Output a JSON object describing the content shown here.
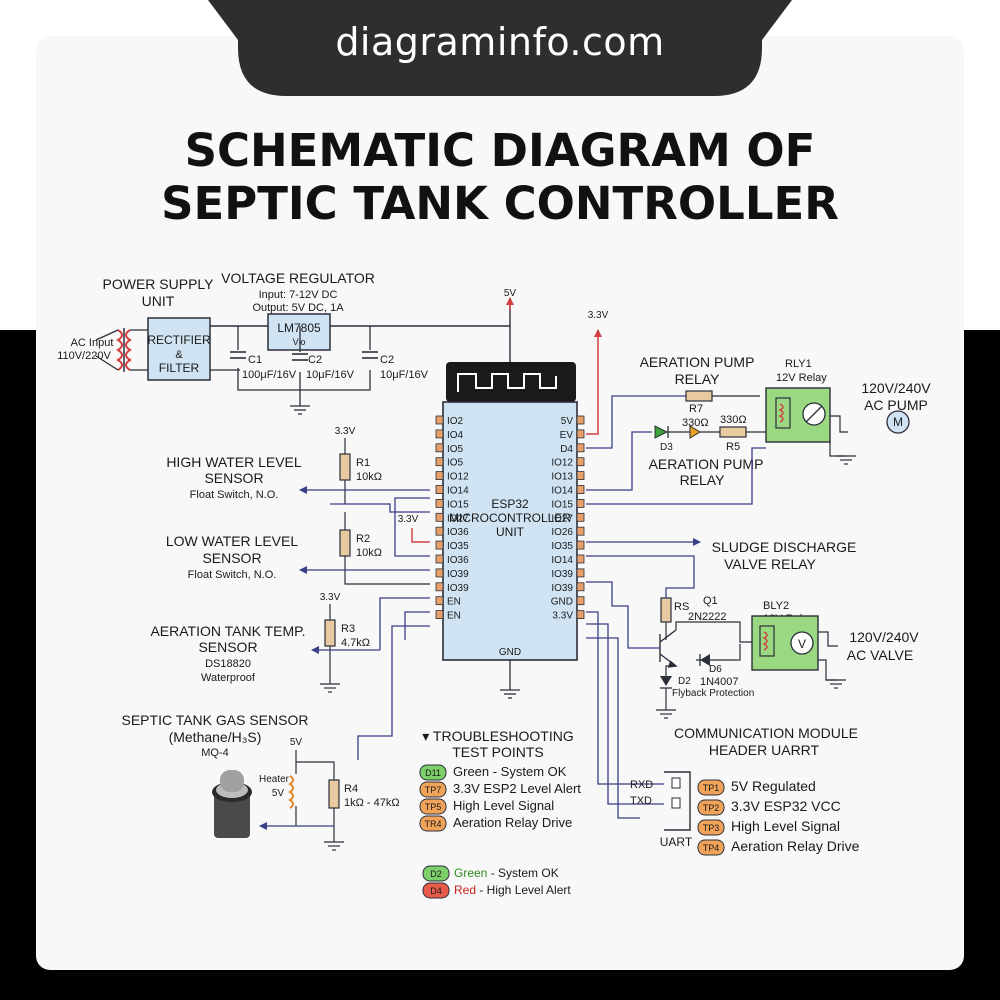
{
  "site": "diagraminfo.com",
  "title_line1": "SCHEMATIC DIAGRAM OF",
  "title_line2": "SEPTIC TANK CONTROLLER",
  "power": {
    "heading1": "POWER SUPPLY",
    "heading2": "UNIT",
    "ac_input1": "AC Input",
    "ac_input2": "110V/220V",
    "rectifier1": "RECTIFIER",
    "rectifier2": "&",
    "rectifier3": "FILTER"
  },
  "regulator": {
    "heading": "VOLTAGE REGULATOR",
    "input": "Input: 7-12V DC",
    "output": "Output: 5V DC, 1A",
    "chip": "LM7805",
    "pin": "Vю",
    "c1_name": "C1",
    "c1_value": "100μF/16V",
    "c2a_name": "C2",
    "c2a_value": "10μF/16V",
    "c2b_name": "C2",
    "c2b_value": "10μF/16V"
  },
  "rails": {
    "v5": "5V",
    "v33": "3.3V",
    "v33_r1": "3.3V",
    "v33_mid": "3.3V",
    "v33_r3": "3.3V",
    "v5_gas": "5V"
  },
  "mcu": {
    "label1": "ESP32",
    "label2": "MICROCONTROLLER",
    "label3": "UNIT",
    "gnd": "GND",
    "left_pins": [
      "IO2",
      "IO4",
      "IO5",
      "IO5",
      "IO12",
      "IO14",
      "IO15",
      "IO27",
      "IO36",
      "IO35",
      "IO36",
      "IO39",
      "IO39",
      "EN",
      "EN"
    ],
    "right_pins": [
      "5V",
      "EV",
      "D4",
      "IO12",
      "IO13",
      "IO14",
      "IO15",
      "IO27",
      "IO26",
      "IO35",
      "IO14",
      "IO39",
      "IO39",
      "GND",
      "3.3V"
    ]
  },
  "sensors": {
    "high_title1": "HIGH WATER LEVEL",
    "high_title2": "SENSOR",
    "high_sub": "Float Switch, N.O.",
    "r1_name": "R1",
    "r1_value": "10kΩ",
    "low_title1": "LOW WATER LEVEL",
    "low_title2": "SENSOR",
    "low_sub": "Float Switch, N.O.",
    "r2_name": "R2",
    "r2_value": "10kΩ",
    "temp_title1": "AERATION TANK TEMP.",
    "temp_title2": "SENSOR",
    "temp_sub1": "DS18820",
    "temp_sub2": "Waterproof",
    "r3_name": "R3",
    "r3_value": "4.7kΩ",
    "gas_title1": "SEPTIC TANK GAS SENSOR",
    "gas_title2": "(Methane/H₃S)",
    "gas_model": "MQ-4",
    "heater1": "Heater",
    "heater2": "5V",
    "r4_name": "R4",
    "r4_value": "1kΩ - 47kΩ"
  },
  "aeration": {
    "title1": "AERATION PUMP",
    "title2": "RELAY",
    "r7_name": "R7",
    "r7_value": "330Ω",
    "r5_value": "330Ω",
    "r5_name": "R5",
    "d3": "D3",
    "title3": "AERATION PUMP",
    "title4": "RELAY",
    "rly_name": "RLY1",
    "rly_value": "12V Relay",
    "out1": "120V/240V",
    "out2": "AC PUMP",
    "motor": "M"
  },
  "sludge": {
    "title1": "SLUDGE DISCHARGE",
    "title2": "VALVE RELAY",
    "rs_name": "RS",
    "q_name": "Q1",
    "q_value": "2N2222",
    "rly_name": "BLY2",
    "rly_value": "12V Relay",
    "d6_name": "D6",
    "d6_value": "1N4007",
    "d2_name": "D2",
    "flyback": "Flyback Protection",
    "out1": "120V/240V",
    "out2": "AC VALVE",
    "valve": "V"
  },
  "comm": {
    "title1": "COMMUNICATION MODULE",
    "title2": "HEADER UARRT",
    "rxd": "RXD",
    "txd": "TXD",
    "uart": "UART"
  },
  "troubleshooting": {
    "title1": "▾ TROUBLESHOOTING",
    "title2": "TEST POINTS",
    "items": [
      {
        "tag": "D11",
        "text": "Green - System OK",
        "color": "#7dcf6a"
      },
      {
        "tag": "TP7",
        "text": "3.3V ESP2 Level Alert",
        "color": "#f2a35a"
      },
      {
        "tag": "TP5",
        "text": "High Level Signal",
        "color": "#f2a35a"
      },
      {
        "tag": "TR4",
        "text": "Aeration Relay Drive",
        "color": "#f2a35a"
      }
    ]
  },
  "test_points": [
    {
      "tag": "TP1",
      "text": "5V Regulated",
      "color": "#f2a35a"
    },
    {
      "tag": "TP2",
      "text": "3.3V ESP32 VCC",
      "color": "#f2a35a"
    },
    {
      "tag": "TP3",
      "text": "High Level Signal",
      "color": "#f2a35a"
    },
    {
      "tag": "TP4",
      "text": "Aeration Relay Drive",
      "color": "#f2a35a"
    }
  ],
  "leds": [
    {
      "tag": "D2",
      "word": "Green",
      "rest": " - System OK",
      "color": "#7dcf6a",
      "word_color": "#2f8a1f"
    },
    {
      "tag": "D4",
      "word": "Red",
      "rest": " - High Level Alert",
      "color": "#e85a4a",
      "word_color": "#c8231a"
    }
  ],
  "colors": {
    "wire": "#2b2f3a",
    "signal": "#3a3f86",
    "rail": "#d04040",
    "chip": "#cfe3f2",
    "relay": "#9ad882",
    "resistor": "#e8c9a0"
  }
}
